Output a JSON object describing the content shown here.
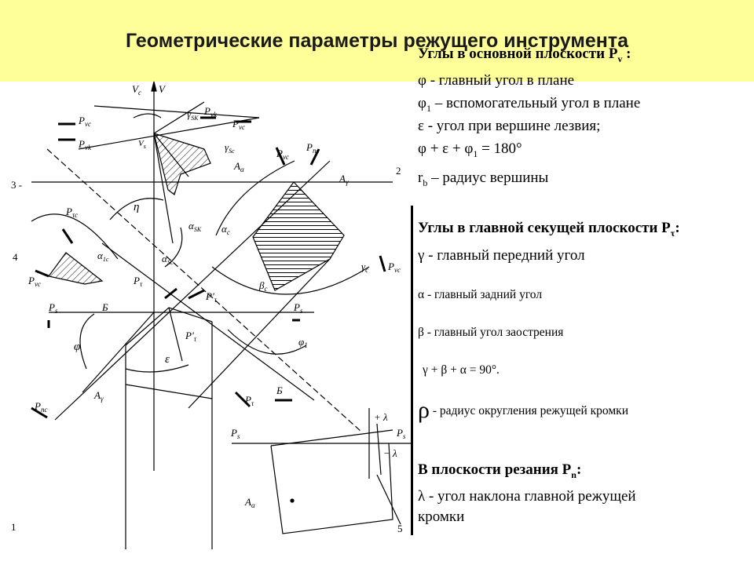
{
  "title": "Геометрические параметры режущего инструмента",
  "basic_plane": {
    "heading": "Углы в основной плоскости P",
    "heading_sub": "v",
    "heading_tail": " :",
    "items": [
      "φ - главный угол в плане",
      "φ",
      "1",
      " – вспомогательный угол в плане",
      "ε - угол при вершине лезвия;",
      "φ + ε + φ",
      "1",
      " = 180°",
      "r",
      "b",
      " – радиус вершины"
    ]
  },
  "main_plane": {
    "heading": "Углы в главной секущей плоскости P",
    "heading_sub": "τ",
    "heading_tail": ":",
    "gamma": "γ - главный передний угол",
    "alpha": "α - главный задний угол",
    "beta": "β - главный угол заострения",
    "sum": "γ + β + α = 90°.",
    "rho_symbol": "ρ",
    "rho": " - радиус округления режущей кромки"
  },
  "cutting_plane": {
    "heading": "В плоскости резания P",
    "heading_sub": "n",
    "heading_tail": ":",
    "lambda_line1": "λ - угол наклона главной режущей",
    "lambda_line2": "кромки"
  },
  "diagram_labels": {
    "v_c": "V",
    "v_c_sub": "c",
    "v": "V",
    "v_s": "V",
    "v_s_sub": "s",
    "p": "P",
    "vc": "vc",
    "vk": "vk",
    "nc": "nc",
    "tc": "τc",
    "s": "s",
    "t": "τ",
    "t_prime": "P'",
    "gamma_sk": "γ",
    "gamma_sk_sub": "SK",
    "gamma_sc": "γ",
    "gamma_sc_sub": "Sc",
    "a_alpha": "A",
    "a_alpha_sub": "α",
    "a_gamma": "A",
    "a_gamma_sub": "γ",
    "eta": "η",
    "alpha_sk": "α",
    "alpha_sk_sub": "SK",
    "alpha_sc": "α",
    "alpha_sc_sub": "Sc",
    "alpha_c": "α",
    "alpha_c_sub": "c",
    "alpha_1c": "α",
    "alpha_1c_sub": "1c",
    "gamma_c": "γ",
    "gamma_c_sub": "c",
    "beta_c": "β",
    "beta_c_sub": "c",
    "phi": "φ",
    "phi_1": "φ",
    "phi_1_sub": "1",
    "epsilon": "ε",
    "b_section": "Б",
    "plus_lambda": "+ λ",
    "minus_lambda": "− λ",
    "num_1": "1",
    "num_2": "2",
    "num_3": "3 -",
    "num_4": "4",
    "num_5": "5"
  }
}
